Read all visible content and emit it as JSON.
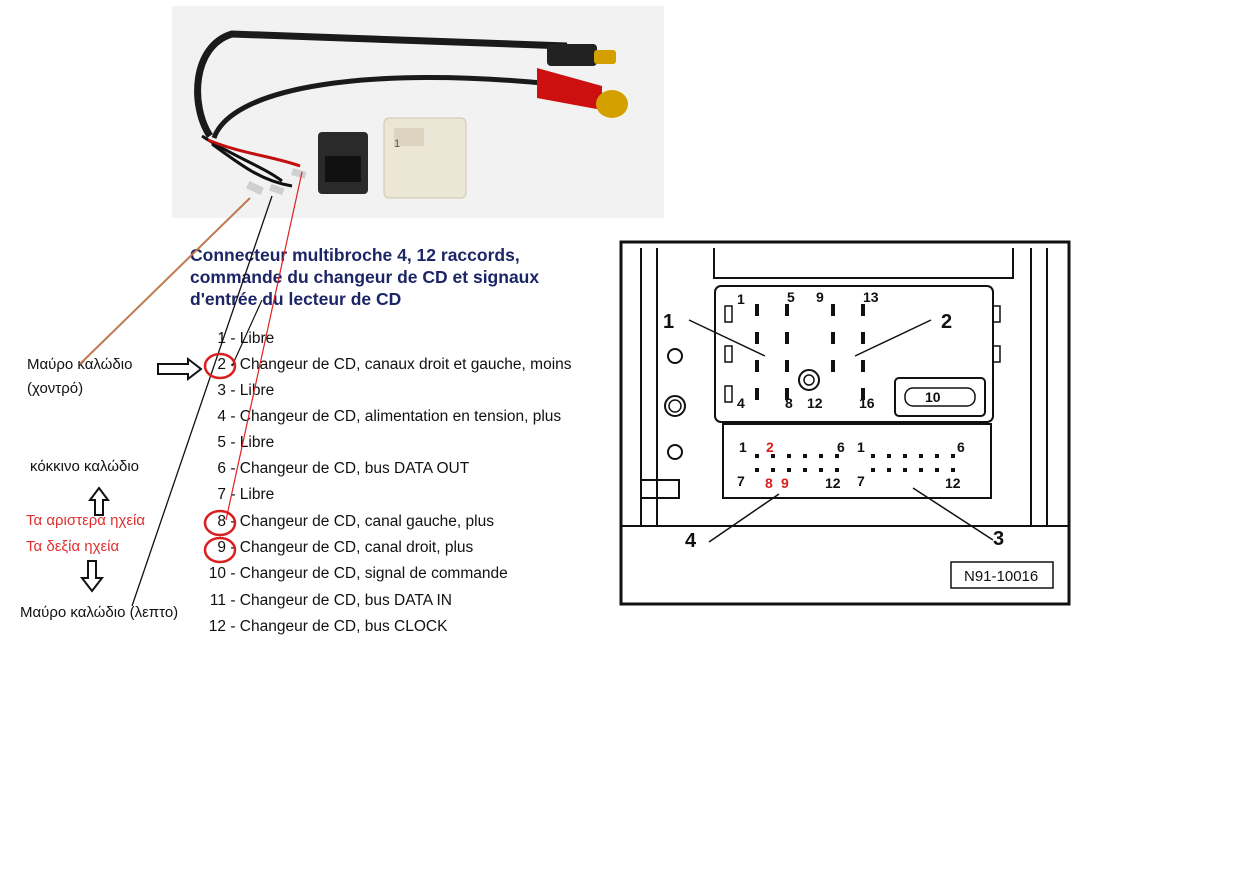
{
  "heading": {
    "line1": "Connecteur multibroche 4, 12 raccords,",
    "line2": "commande du changeur de CD et signaux",
    "line3": "d'entrée du lecteur de CD"
  },
  "pins": [
    {
      "num": "1",
      "desc": "- Libre"
    },
    {
      "num": "2",
      "desc": "- Changeur de CD, canaux droit et gauche, moins"
    },
    {
      "num": "3",
      "desc": "- Libre"
    },
    {
      "num": "4",
      "desc": "- Changeur de CD, alimentation en tension, plus"
    },
    {
      "num": "5",
      "desc": "- Libre"
    },
    {
      "num": "6",
      "desc": "- Changeur de CD, bus DATA OUT"
    },
    {
      "num": "7",
      "desc": "- Libre"
    },
    {
      "num": "8",
      "desc": "- Changeur de CD, canal gauche, plus"
    },
    {
      "num": "9",
      "desc": "- Changeur de CD, canal droit, plus"
    },
    {
      "num": "10",
      "desc": "- Changeur de CD, signal de commande"
    },
    {
      "num": "11",
      "desc": "- Changeur de CD, bus DATA IN"
    },
    {
      "num": "12",
      "desc": "- Changeur de CD, bus CLOCK"
    }
  ],
  "annotations": {
    "black_thick_line1": "Μαύρο καλώδιο",
    "black_thick_line2": "(χοντρό)",
    "red_wire": "κόκκινο καλώδιο",
    "left_speakers": "Τα αριστερά ηχεία",
    "right_speakers": "Τα δεξία ηχεία",
    "black_thin": "Μαύρο καλώδιο (λεπτο)"
  },
  "photo": {
    "label": "1"
  },
  "connector": {
    "callouts": {
      "c1": "1",
      "c2": "2",
      "c3": "3",
      "c4": "4"
    },
    "upper_numbers": {
      "n1": "1",
      "n5": "5",
      "n9": "9",
      "n13": "13",
      "n4": "4",
      "n8": "8",
      "n12": "12",
      "n16": "16",
      "n10": "10"
    },
    "lower_left_numbers": {
      "n1": "1",
      "n6": "6",
      "n7": "7",
      "n12": "12"
    },
    "lower_right_numbers": {
      "n1": "1",
      "n6": "6",
      "n7": "7",
      "n12": "12"
    },
    "red_numbers": {
      "r2": "2",
      "r8": "8",
      "r9": "9"
    },
    "code": "N91-10016"
  },
  "colors": {
    "heading": "#1c2566",
    "annotation_red": "#e03030",
    "circle_red": "#d82020",
    "wire_brown": "#c07850"
  }
}
